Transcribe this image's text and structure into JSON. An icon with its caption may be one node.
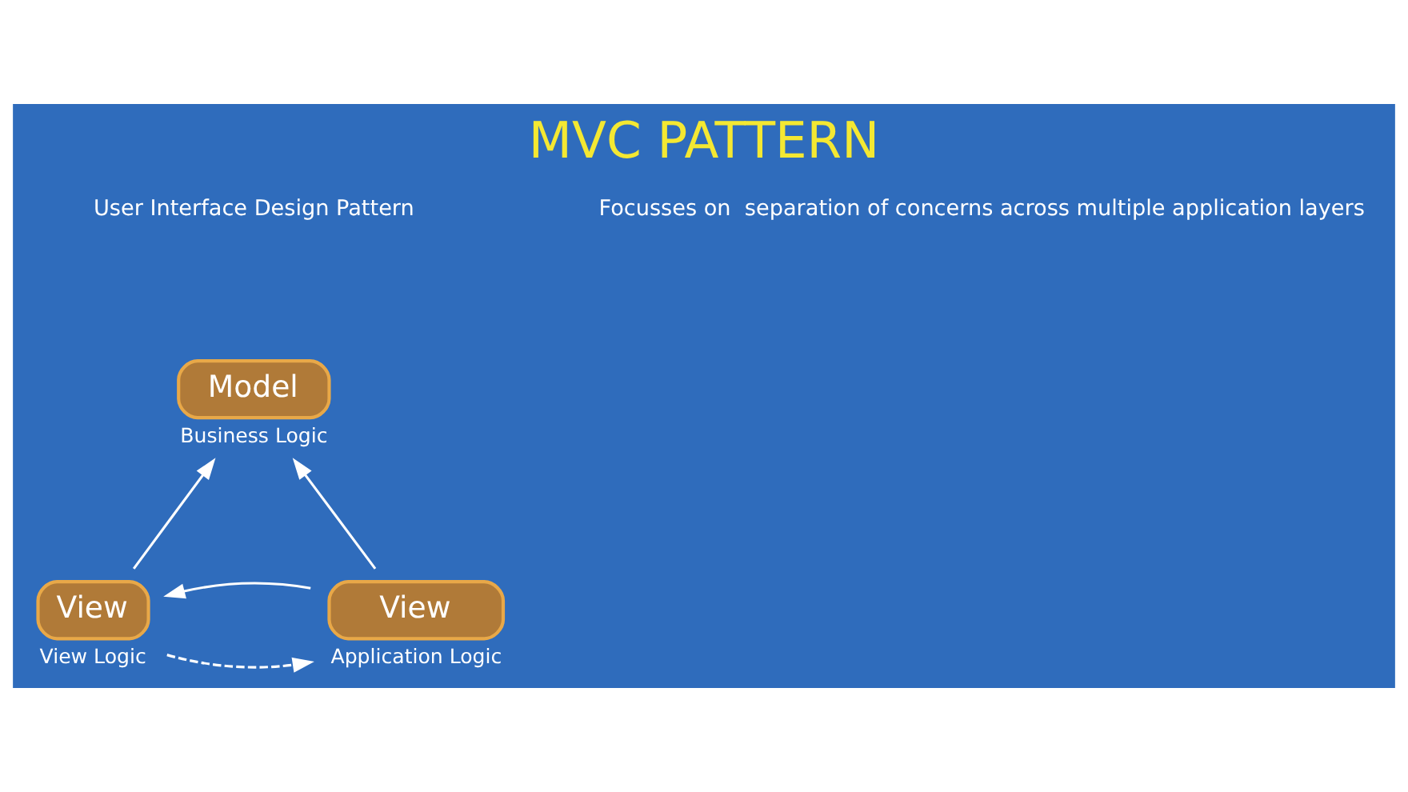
{
  "diagram": {
    "title": "MVC PATTERN",
    "nodes": [
      {
        "text": [
          "Model"
        ],
        "beside": [
          "Business Logic"
        ]
      },
      {
        "text": [
          "View"
        ],
        "beside": [
          "View Logic"
        ]
      },
      {
        "text": [
          "View"
        ],
        "beside": [
          "Application Logic"
        ]
      }
    ],
    "edges": [
      {
        "from": 1,
        "to": 0,
        "arrow": "to"
      },
      {
        "from": 2,
        "to": 0,
        "arrow": "to"
      },
      {
        "from": 2,
        "to": 1,
        "arrow": "to"
      },
      {
        "from": 1,
        "to": 2,
        "arrow": "to",
        "style": "dashed"
      }
    ],
    "labels": [
      "User Interface Design Pattern",
      "Focusses on  separation of concerns across multiple application layers"
    ]
  }
}
